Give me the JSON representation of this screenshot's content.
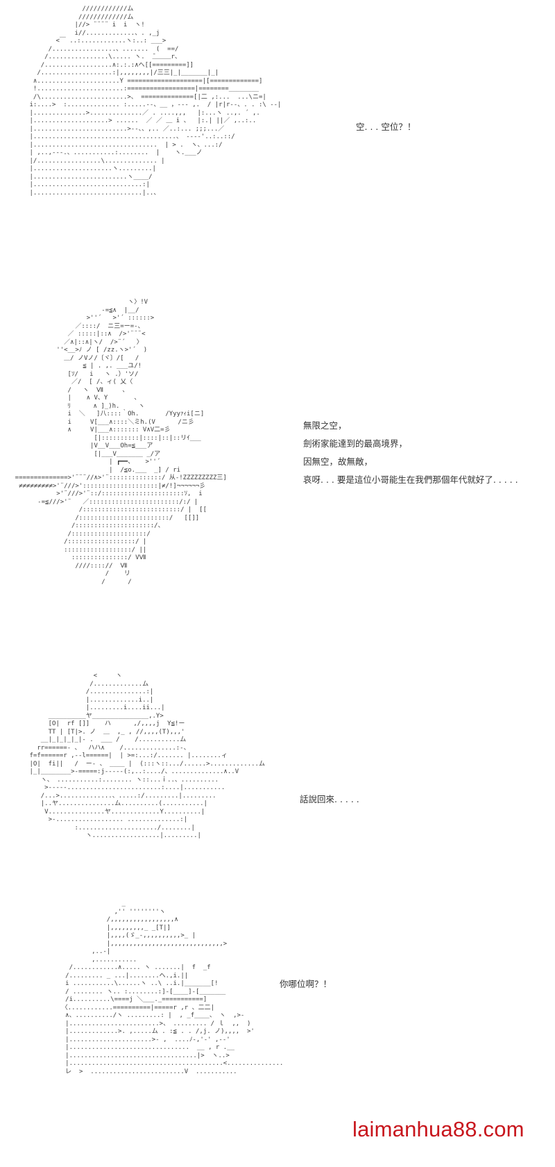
{
  "panels": [
    {
      "dialogue": [
        "空. . . 空位？！"
      ],
      "art": "                    ////////////ム\n                   /////////////ム\n                  |//> ¨¨¨¨ i  i  ヽ!\n                  i//.............、. ,_j\n             <￣ ..:............ヽ:..: ___>\n           /.................、.......  (  ==/\n          /................\\..... ヽ.  ̄＿＿＿r、\n         /..................∧:.:.:∧へ[[=========]]\n        /...................:|,,,,,,,,|/三三|_|_______|_|\n       ∧......................Y ====================|[=============]\n       !.......................:==================|========________\n       /\\.......................>、 ==============[|二 ,:...  ...\\ニ=|\n      i:....>  :.............. :.....--、__ ，--- ,.  / |r|r--、. . :\\ --|\n      |..............>..............／ . ....,,,   |:...ヽ ..,. ´ ,.\n      |....................> ......  ／ ／ ＿ i 、  |:.| ||／ ,..:..\n      |.........................>--、、,.. ／..:... ;;;...／\n      |......................................、 ----'..:..::/\n      |.................................  | > .  ヽ、...:/\n      | ,..,---.、...........:........  |    ヽ.___ノ\n      |/.................\\.............. |\n      |.....................ヽ.........|\n      |.........................ヽ____/\n      |.............................:|\n      |.............................|..、"
    },
    {
      "dialogue": [
        "無限之空，",
        "劍術家能達到的最高境界，",
        "因無空，故無敵，",
        "哀呀. . . 要是這位小哥能生在我們那個年代就好了. . . . ."
      ],
      "art": "                                  ヽ〉!V\n                           -=≦∧  |__/\n                       >''´   >'´ ::::::>\n                    ／::::/  ニ三=ー=-、\n                  ／ :::::|::∧  />'¨¨¨<\n                 ／∧|::∧|ヽ/  />¨´   〉\n               ''<__>ﾉ ノ [ /zz.ヽ>'´  )\n                 ＿/ ノVノ/〔ヾ〕/[   /\n                      ≦ | . ,. ___ユ/!\n                  [ｿ/   i   ヽ .）'ソ/\n                   ／/  [ /、ィ( 乂〈\n                  /   ヽ  Ⅶ     、\n                  |    ∧ V、Y       、\n                  ﾘ      ∧ ]_)h.     ヽ\n                  i  ＼   ]八::::｀Oh.       /Yyyｧｨi[ニ]\n                  i     V[___∧::::＼ミh.(V      /ニ彡\n                  ∧     V|___∧::::::: V∧V二=彡\n                         [|::::::::::|::::|::|::リｲ___\n                        |V__V___Oh=≦___ア\n                         [|___V_______ _/ア\n                             | ┏━━、   >''´\n                             |  /≦o.___  _] / ri\n    ==============>'¨¨¨//∧>'¨::::::::::::::/ 从-!ZZZZZZZZZ三]\n     ≠≠≠≠≠≠≠≠≠>'¨///>'::::::::::::::::::::|≠/!]¬¬¬¬¬¬彡\n               >'¨///>'¨::/::::::::::::::::::::::ｿ,  i\n          -=≦///>'¨   ／::::::::::::::::::::::::/:/ |\n                     /::::::::::::::::::::::::::/ |  [[\n                    /::::::::::::::::::::::::/   [[]]\n                   /:::::::::::::::::::::/、\n                  /::::::::::::::::::::/\n                 /::::::::::::::::::/ |\n                 ::::::::::::::::::/ ||\n                   :::::::::::::::/ VⅦ\n                    ////:::://  Ⅶ\n                            /    リ\n                           /      /"
    },
    {
      "dialogue": [
        "話說回來. . . . ."
      ],
      "art": "                       <￣￣￣ヽ\n                      /.............ム\n                     /...............:|\n                     |.............i..|\n                     |.........i....ii...|\n           __________ヤ_______________,.Y>\n           [O|  rf []]    ハ      ,/,,,,j  Y≦!ー\n           TT | [T|>. ノ  ＿  ,_ , //,,,,(T),,,'\n         __|_|_|_|_|- .  ___ /    /...........ム\n        rr======- 、  ハハ∧    /..............:-、\n      f=f======r ,--l======|  | >=:...:/....... |........ィ\n      |O|  fi||   /  ー- 、 ____ |  (:::ヽ::.../......>.............ム\n      |_|________>-=====:j-----(:,..:..../、..............∧..V\n         ヽ、 ...........:........ ヽ::...ｉ..、..........\n          >-----.........................:....|...........\n         /...>..............、.....:/.........|.........\n         |..ヤ...............ム..........(...........|\n          V...............ヤ.............Y..........|\n           >-.................. ..............:|\n                  :...................../........|\n                     ヽ..................|.........|"
    },
    {
      "dialogue": [
        "你哪位啊？！"
      ],
      "art": "                         _  ￣\n                       ,'' ''''''''ヽ\n                     /,,,,,,,,,,,,,,,,,∧\n                     |,,,,,,,,,_ _[T|]\n                     |,,,,(ゞ_-,,,,,,,,,,>_ |\n                     |,,,,,,,,,,,,,,,,,,,,,,,,,,,,,,>\n                 ,..-|\n                 ,...........\n           /............∧..... ヽ .......|  f  _f\n          /......... _ ...|........へ.,i.||\n          i ...........\\......ヽ ..\\ ..i.|_______[!\n          / ........ ヽ.. :........:]-[____]-[_______\n          /i..........\\====j ＼___._===========]\n         〈............==========|=====r ,r 、二二|\n          ∧、........../ヽ .........: |  , _f____、 ヽ  ,>-\n          |........................>、 ......... / ｌ  ,,  )\n          |.............>. ,.....ム . :≦ . . /,j. ノ),,,,  >'\n          |......................>- ,  ....ﾉ‐,'-' ,--'\n          |................................  __ , r .__\n          |..................................|>  ヽ..>\n          |.........................................<...............\n          レ  >  .........................V  ..........."
    }
  ],
  "watermark": {
    "text": "laimanhua88.com",
    "color": "#c8161d"
  }
}
